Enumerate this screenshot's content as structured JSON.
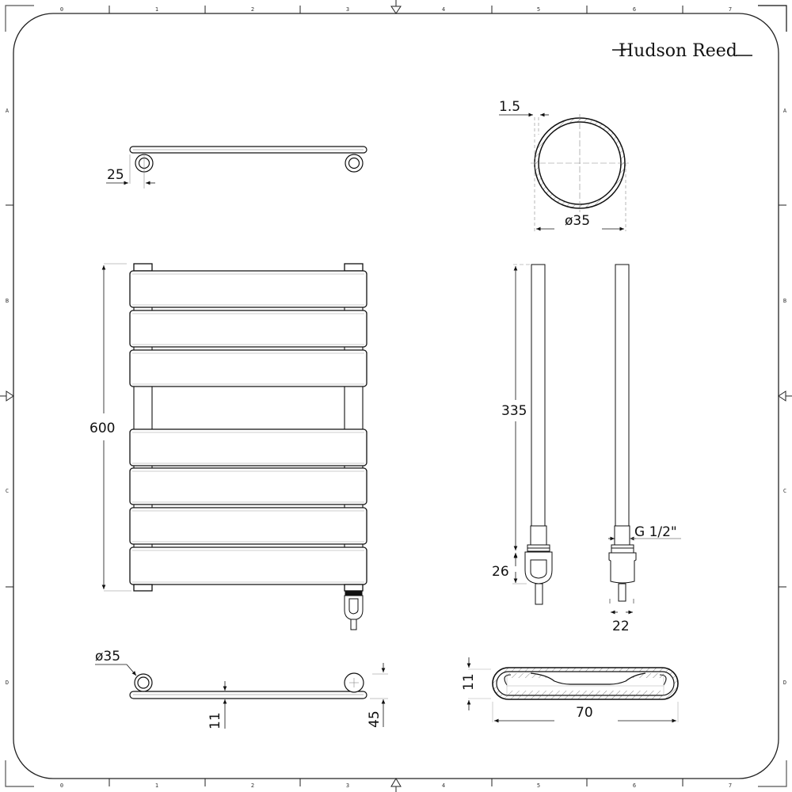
{
  "brand": {
    "name": "Hudson Reed"
  },
  "frame": {
    "column_labels": [
      "0",
      "1",
      "2",
      "3",
      "4",
      "5",
      "6",
      "7"
    ],
    "row_labels": [
      "A",
      "B",
      "C",
      "D"
    ]
  },
  "views": {
    "top_view": {
      "offset_label": "25"
    },
    "tube_section": {
      "wall_label": "1.5",
      "diameter_label": "ø35"
    },
    "front_view": {
      "height_label": "600",
      "bar_count": 7
    },
    "element_views": {
      "length_label": "335",
      "head_label": "26",
      "thread_label": "G 1/2\"",
      "width_label": "22"
    },
    "bottom_view": {
      "diameter_label": "ø35",
      "depth_label": "11",
      "offset_label": "45"
    },
    "bar_section": {
      "height_label": "11",
      "width_label": "70"
    }
  },
  "colors": {
    "line": "#111111",
    "thin_line": "#555555",
    "frame_gray": "#888888",
    "background": "#ffffff"
  }
}
